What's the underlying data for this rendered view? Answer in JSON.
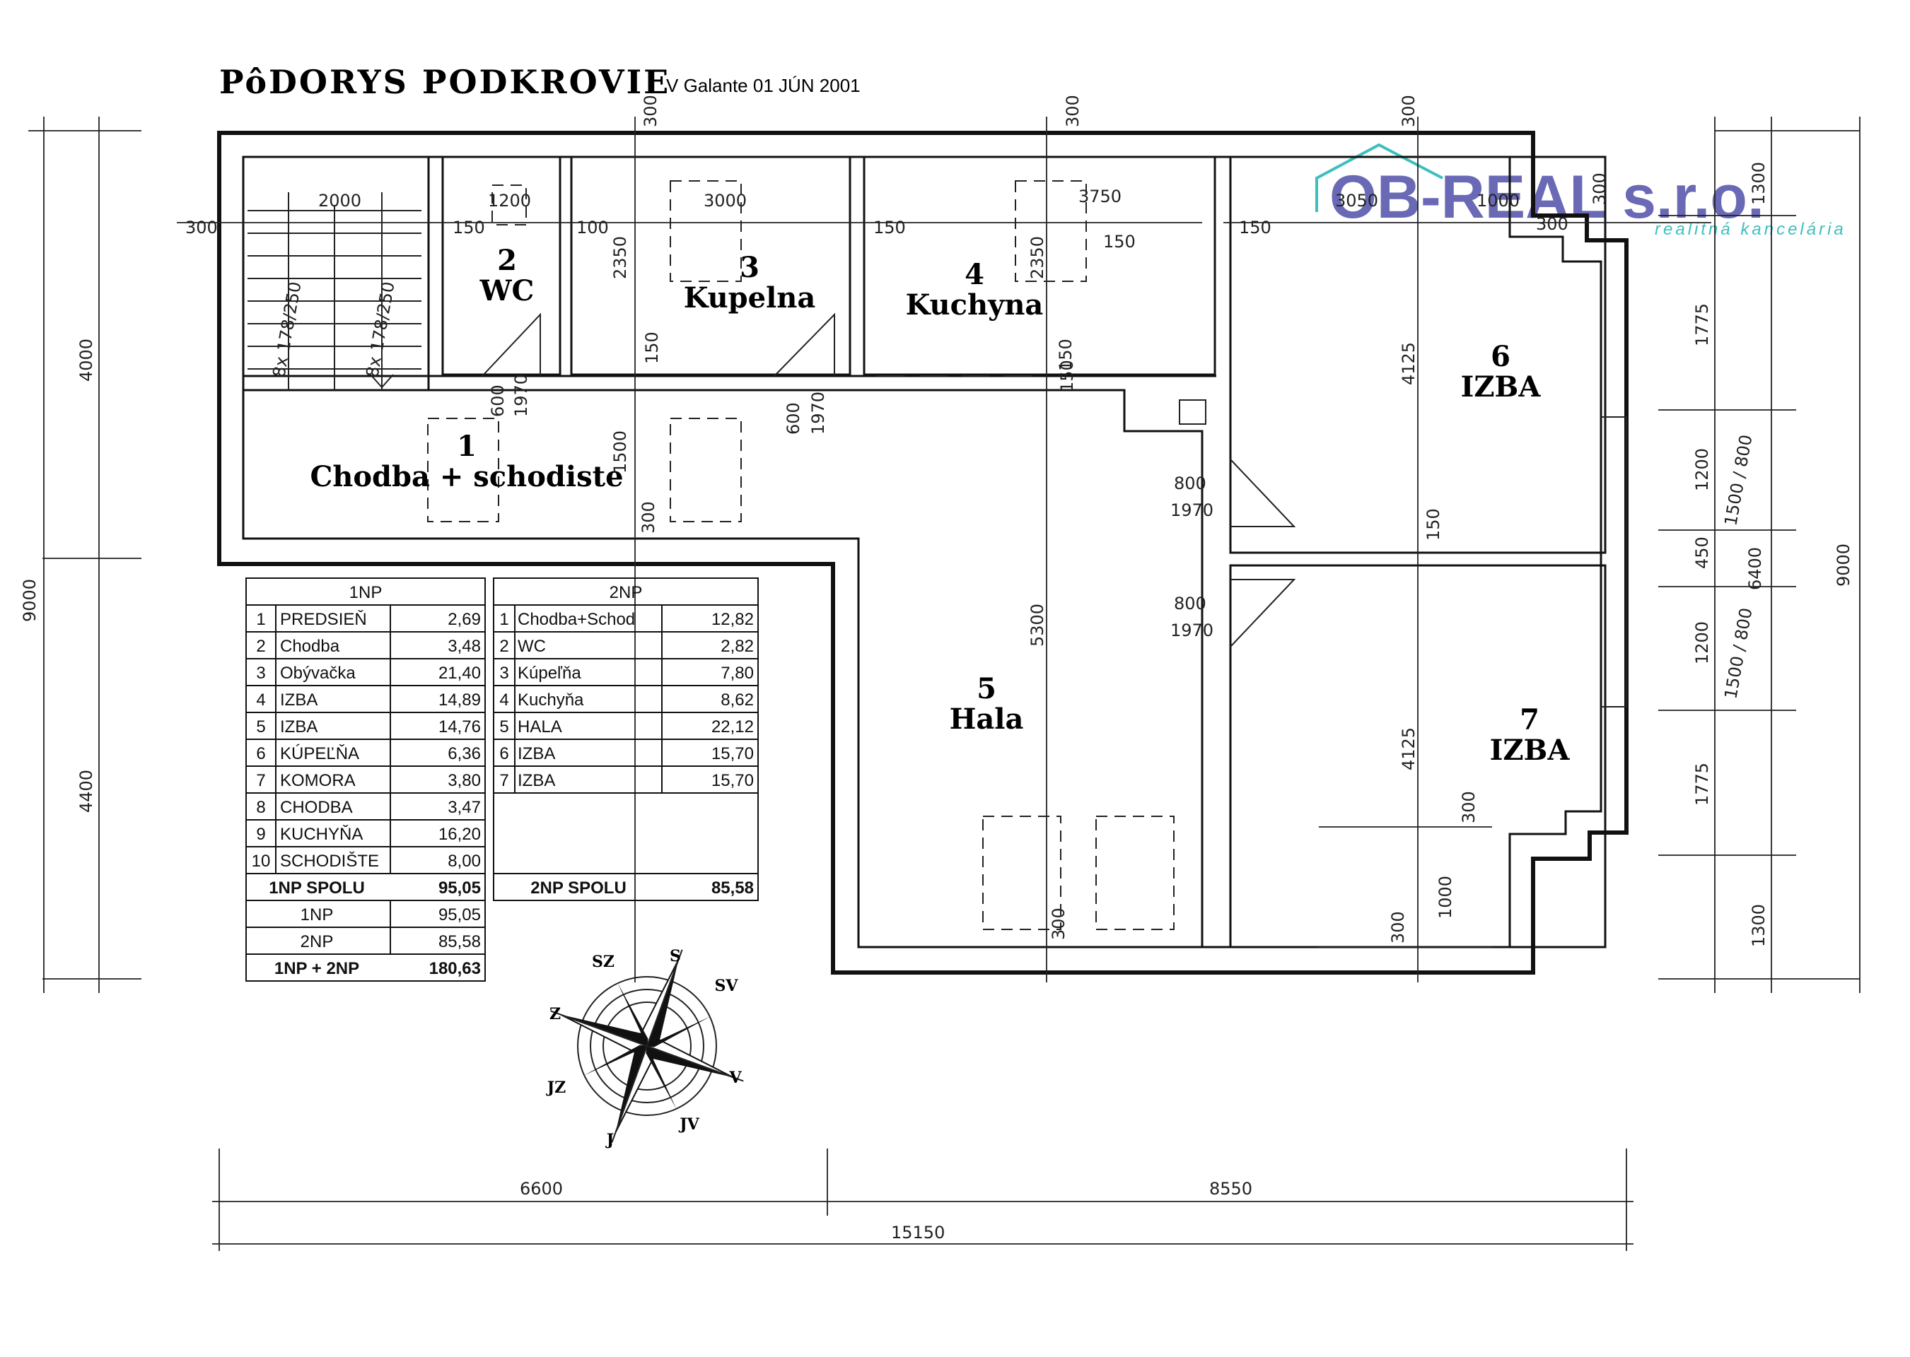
{
  "header": {
    "title": "PôDORYS PODKROVIE",
    "subtitle": "V Galante 01 JÚN 2001"
  },
  "logo": {
    "name": "OB-REAL s.r.o.",
    "tagline": "realitná kancelária",
    "color": "#6a69b5",
    "tagline_color": "#3dbfbf"
  },
  "rooms": [
    {
      "num": "1",
      "name": "Chodba + schodiste"
    },
    {
      "num": "2",
      "name": "WC"
    },
    {
      "num": "3",
      "name": "Kupelna"
    },
    {
      "num": "4",
      "name": "Kuchyna"
    },
    {
      "num": "5",
      "name": "Hala"
    },
    {
      "num": "6",
      "name": "IZBA"
    },
    {
      "num": "7",
      "name": "IZBA"
    }
  ],
  "stairs": {
    "a": "2000",
    "b": "8x 178/250",
    "c": "8x 178/250"
  },
  "dimensions": {
    "top": [
      "300",
      "300",
      "300",
      "300"
    ],
    "inner": [
      "1200",
      "3000",
      "3750",
      "3050",
      "1000",
      "150",
      "150",
      "150",
      "100",
      "150",
      "300",
      "300",
      "2350",
      "2350",
      "150",
      "150",
      "150",
      "600",
      "1970",
      "600",
      "1970",
      "1500",
      "300",
      "4125",
      "4125",
      "150",
      "800",
      "1970",
      "800",
      "1970",
      "5300",
      "300",
      "300",
      "300",
      "1000"
    ],
    "left": [
      "4000",
      "9000",
      "4400"
    ],
    "right": [
      "1300",
      "1775",
      "1200",
      "1500 / 800",
      "450",
      "6400",
      "9000",
      "1200",
      "1500 / 800",
      "1775",
      "1300"
    ],
    "bottom": [
      "6600",
      "8550",
      "15150"
    ]
  },
  "compass": {
    "n": "S",
    "s": "J",
    "e": "V",
    "w": "Z",
    "ne": "SV",
    "nw": "SZ",
    "se": "JV",
    "sw": "JZ"
  },
  "table_1np": {
    "header": "1NP",
    "rows": [
      [
        "1",
        "PREDSIEŇ",
        "2,69"
      ],
      [
        "2",
        "Chodba",
        "3,48"
      ],
      [
        "3",
        "Obývačka",
        "21,40"
      ],
      [
        "4",
        "IZBA",
        "14,89"
      ],
      [
        "5",
        "IZBA",
        "14,76"
      ],
      [
        "6",
        "KÚPEĽŇA",
        "6,36"
      ],
      [
        "7",
        "KOMORA",
        "3,80"
      ],
      [
        "8",
        "CHODBA",
        "3,47"
      ],
      [
        "9",
        "KUCHYŇA",
        "16,20"
      ],
      [
        "10",
        "SCHODIŠTE",
        "8,00"
      ]
    ],
    "total_label": "1NP SPOLU",
    "total": "95,05"
  },
  "table_2np": {
    "header": "2NP",
    "rows": [
      [
        "1",
        "Chodba+Schod",
        "12,82"
      ],
      [
        "2",
        "WC",
        "2,82"
      ],
      [
        "3",
        "Kúpeľňa",
        "7,80"
      ],
      [
        "4",
        "Kuchyňa",
        "8,62"
      ],
      [
        "5",
        "HALA",
        "22,12"
      ],
      [
        "6",
        "IZBA",
        "15,70"
      ],
      [
        "7",
        "IZBA",
        "15,70"
      ]
    ],
    "total_label": "2NP SPOLU",
    "total": "85,58"
  },
  "summary": {
    "row1": [
      "1NP",
      "95,05"
    ],
    "row2": [
      "2NP",
      "85,58"
    ],
    "row3": [
      "1NP + 2NP",
      "180,63"
    ]
  }
}
